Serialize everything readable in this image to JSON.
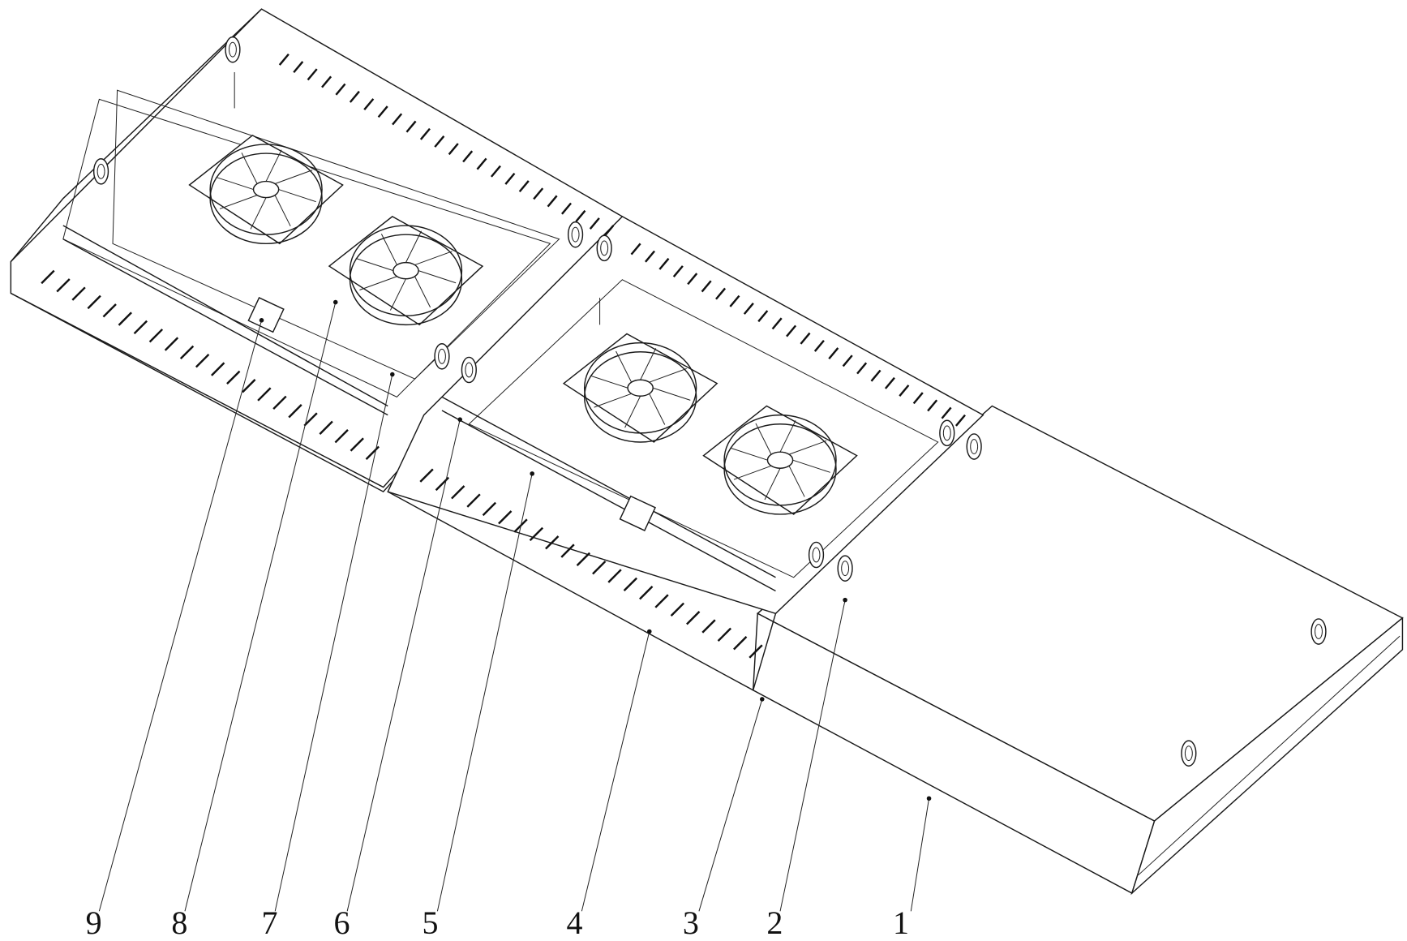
{
  "figure": {
    "callouts": [
      {
        "label": "9"
      },
      {
        "label": "8"
      },
      {
        "label": "7"
      },
      {
        "label": "6"
      },
      {
        "label": "5"
      },
      {
        "label": "4"
      },
      {
        "label": "3"
      },
      {
        "label": "2"
      },
      {
        "label": "1"
      }
    ],
    "colors": {
      "line": "#1a1a1a",
      "background": "#ffffff"
    }
  }
}
